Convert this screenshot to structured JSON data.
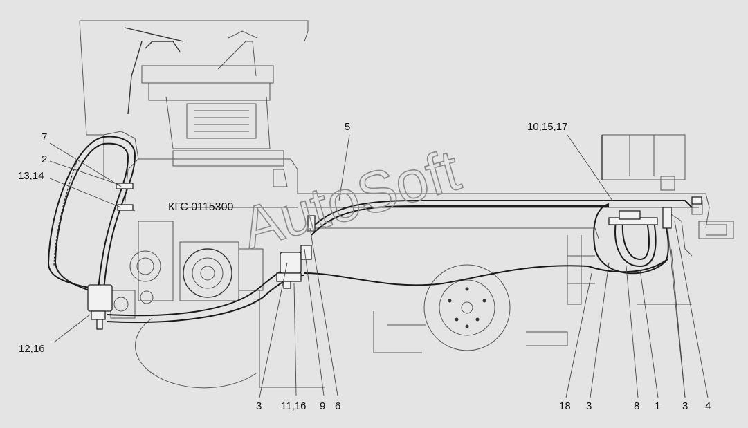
{
  "drawing": {
    "code": "КГС 0115300",
    "watermark": "AutoSoft"
  },
  "callouts": [
    {
      "id": "c7",
      "text": "7"
    },
    {
      "id": "c2",
      "text": "2"
    },
    {
      "id": "c13",
      "text": "13,14"
    },
    {
      "id": "c12",
      "text": "12,16"
    },
    {
      "id": "c5",
      "text": "5"
    },
    {
      "id": "c10",
      "text": "10,15,17"
    },
    {
      "id": "c3a",
      "text": "3"
    },
    {
      "id": "c11",
      "text": "11,16"
    },
    {
      "id": "c9",
      "text": "9"
    },
    {
      "id": "c6",
      "text": "6"
    },
    {
      "id": "c18",
      "text": "18"
    },
    {
      "id": "c3b",
      "text": "3"
    },
    {
      "id": "c8",
      "text": "8"
    },
    {
      "id": "c1",
      "text": "1"
    },
    {
      "id": "c3c",
      "text": "3"
    },
    {
      "id": "c4",
      "text": "4"
    }
  ]
}
